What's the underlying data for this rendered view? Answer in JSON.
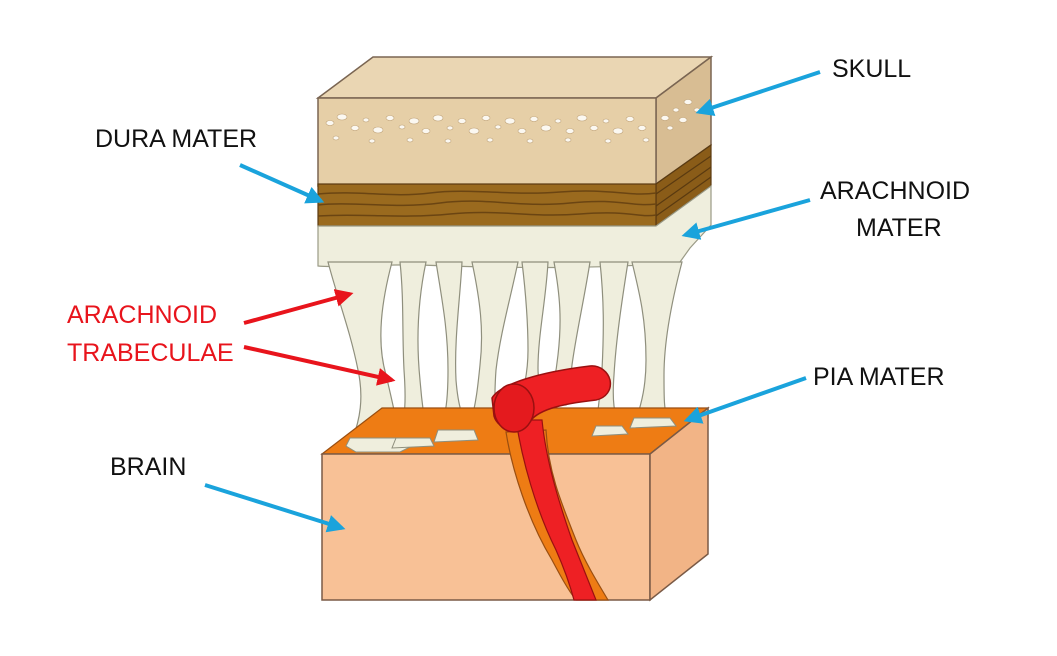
{
  "labels": {
    "skull": "SKULL",
    "dura_mater": "DURA MATER",
    "arachnoid_mater_line1": "ARACHNOID",
    "arachnoid_mater_line2": "MATER",
    "arachnoid_trabeculae_line1": "ARACHNOID",
    "arachnoid_trabeculae_line2": "TRABECULAE",
    "pia_mater": "PIA MATER",
    "brain": "BRAIN"
  },
  "colors": {
    "pointer_arrow": "#1aa3dc",
    "trabeculae_arrow": "#e8141c",
    "trabeculae_label": "#e8141c",
    "skull": "#e6cfa7",
    "dura_mater": "#9a6a1e",
    "arachnoid": "#efeedd",
    "pia_mater": "#ee7c14",
    "brain": "#f8c196",
    "blood_vessel": "#ee2024"
  }
}
